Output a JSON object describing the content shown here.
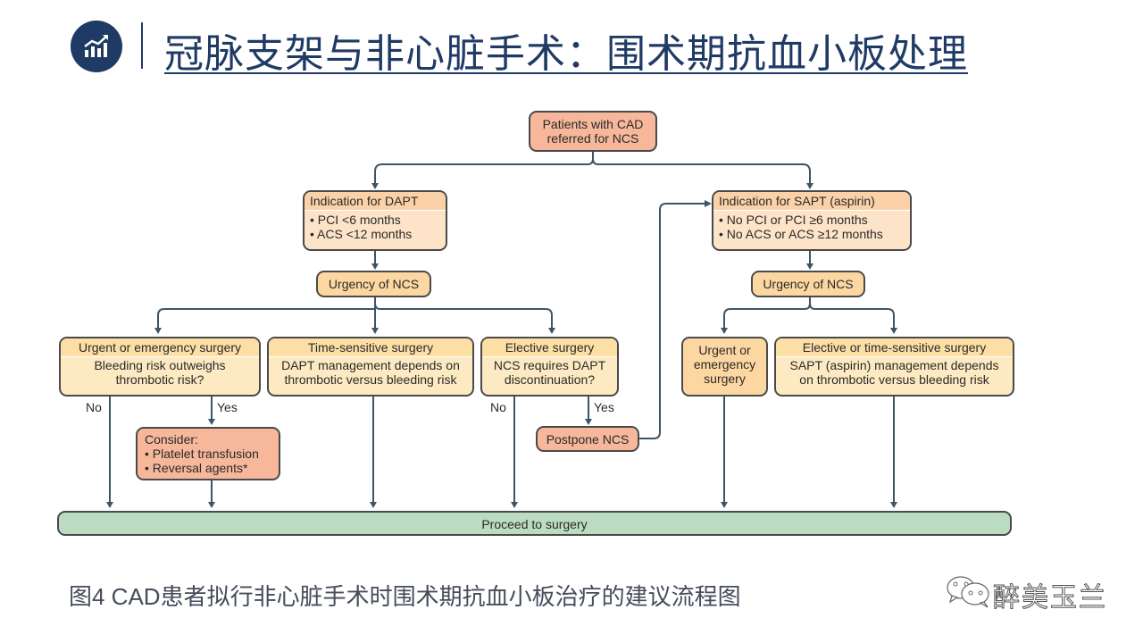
{
  "header": {
    "logo_icon": "bar-chart-growth-icon",
    "title": "冠脉支架与非心脏手术：围术期抗血小板处理"
  },
  "flowchart": {
    "root": {
      "line1": "Patients with CAD",
      "line2": "referred for NCS"
    },
    "dapt": {
      "title": "Indication for DAPT",
      "items": [
        "• PCI <6 months",
        "• ACS <12 months"
      ],
      "urgency": "Urgency of NCS",
      "urgent": {
        "title": "Urgent or emergency surgery",
        "question_line1": "Bleeding risk outweighs",
        "question_line2": "thrombotic risk?",
        "no_label": "No",
        "yes_label": "Yes"
      },
      "consider": {
        "title": "Consider:",
        "items": [
          "• Platelet transfusion",
          "• Reversal agents*"
        ]
      },
      "time_sensitive": {
        "title": "Time-sensitive surgery",
        "line1": "DAPT management depends on",
        "line2": "thrombotic versus bleeding risk"
      },
      "elective": {
        "title": "Elective surgery",
        "question_line1": "NCS requires DAPT",
        "question_line2": "discontinuation?",
        "no_label": "No",
        "yes_label": "Yes"
      },
      "postpone": "Postpone NCS"
    },
    "sapt": {
      "title": "Indication for SAPT (aspirin)",
      "items": [
        "• No PCI or PCI ≥6 months",
        "• No ACS or ACS  ≥12 months"
      ],
      "urgency": "Urgency of NCS",
      "urgent": {
        "line1": "Urgent or",
        "line2": "emergency",
        "line3": "surgery"
      },
      "elective": {
        "title": "Elective or time-sensitive surgery",
        "line1": "SAPT (aspirin) management depends",
        "line2": "on thrombotic versus bleeding risk"
      }
    },
    "proceed": "Proceed to surgery",
    "colors": {
      "connector": "#3d5566",
      "border": "#4a4a4a",
      "green": "#bcdcc2",
      "salmon": "#f6b79a"
    }
  },
  "caption": "图4 CAD患者拟行非心脏手术时围术期抗血小板治疗的建议流程图",
  "watermark": {
    "icon": "wechat-icon",
    "text": "醉美玉兰"
  }
}
